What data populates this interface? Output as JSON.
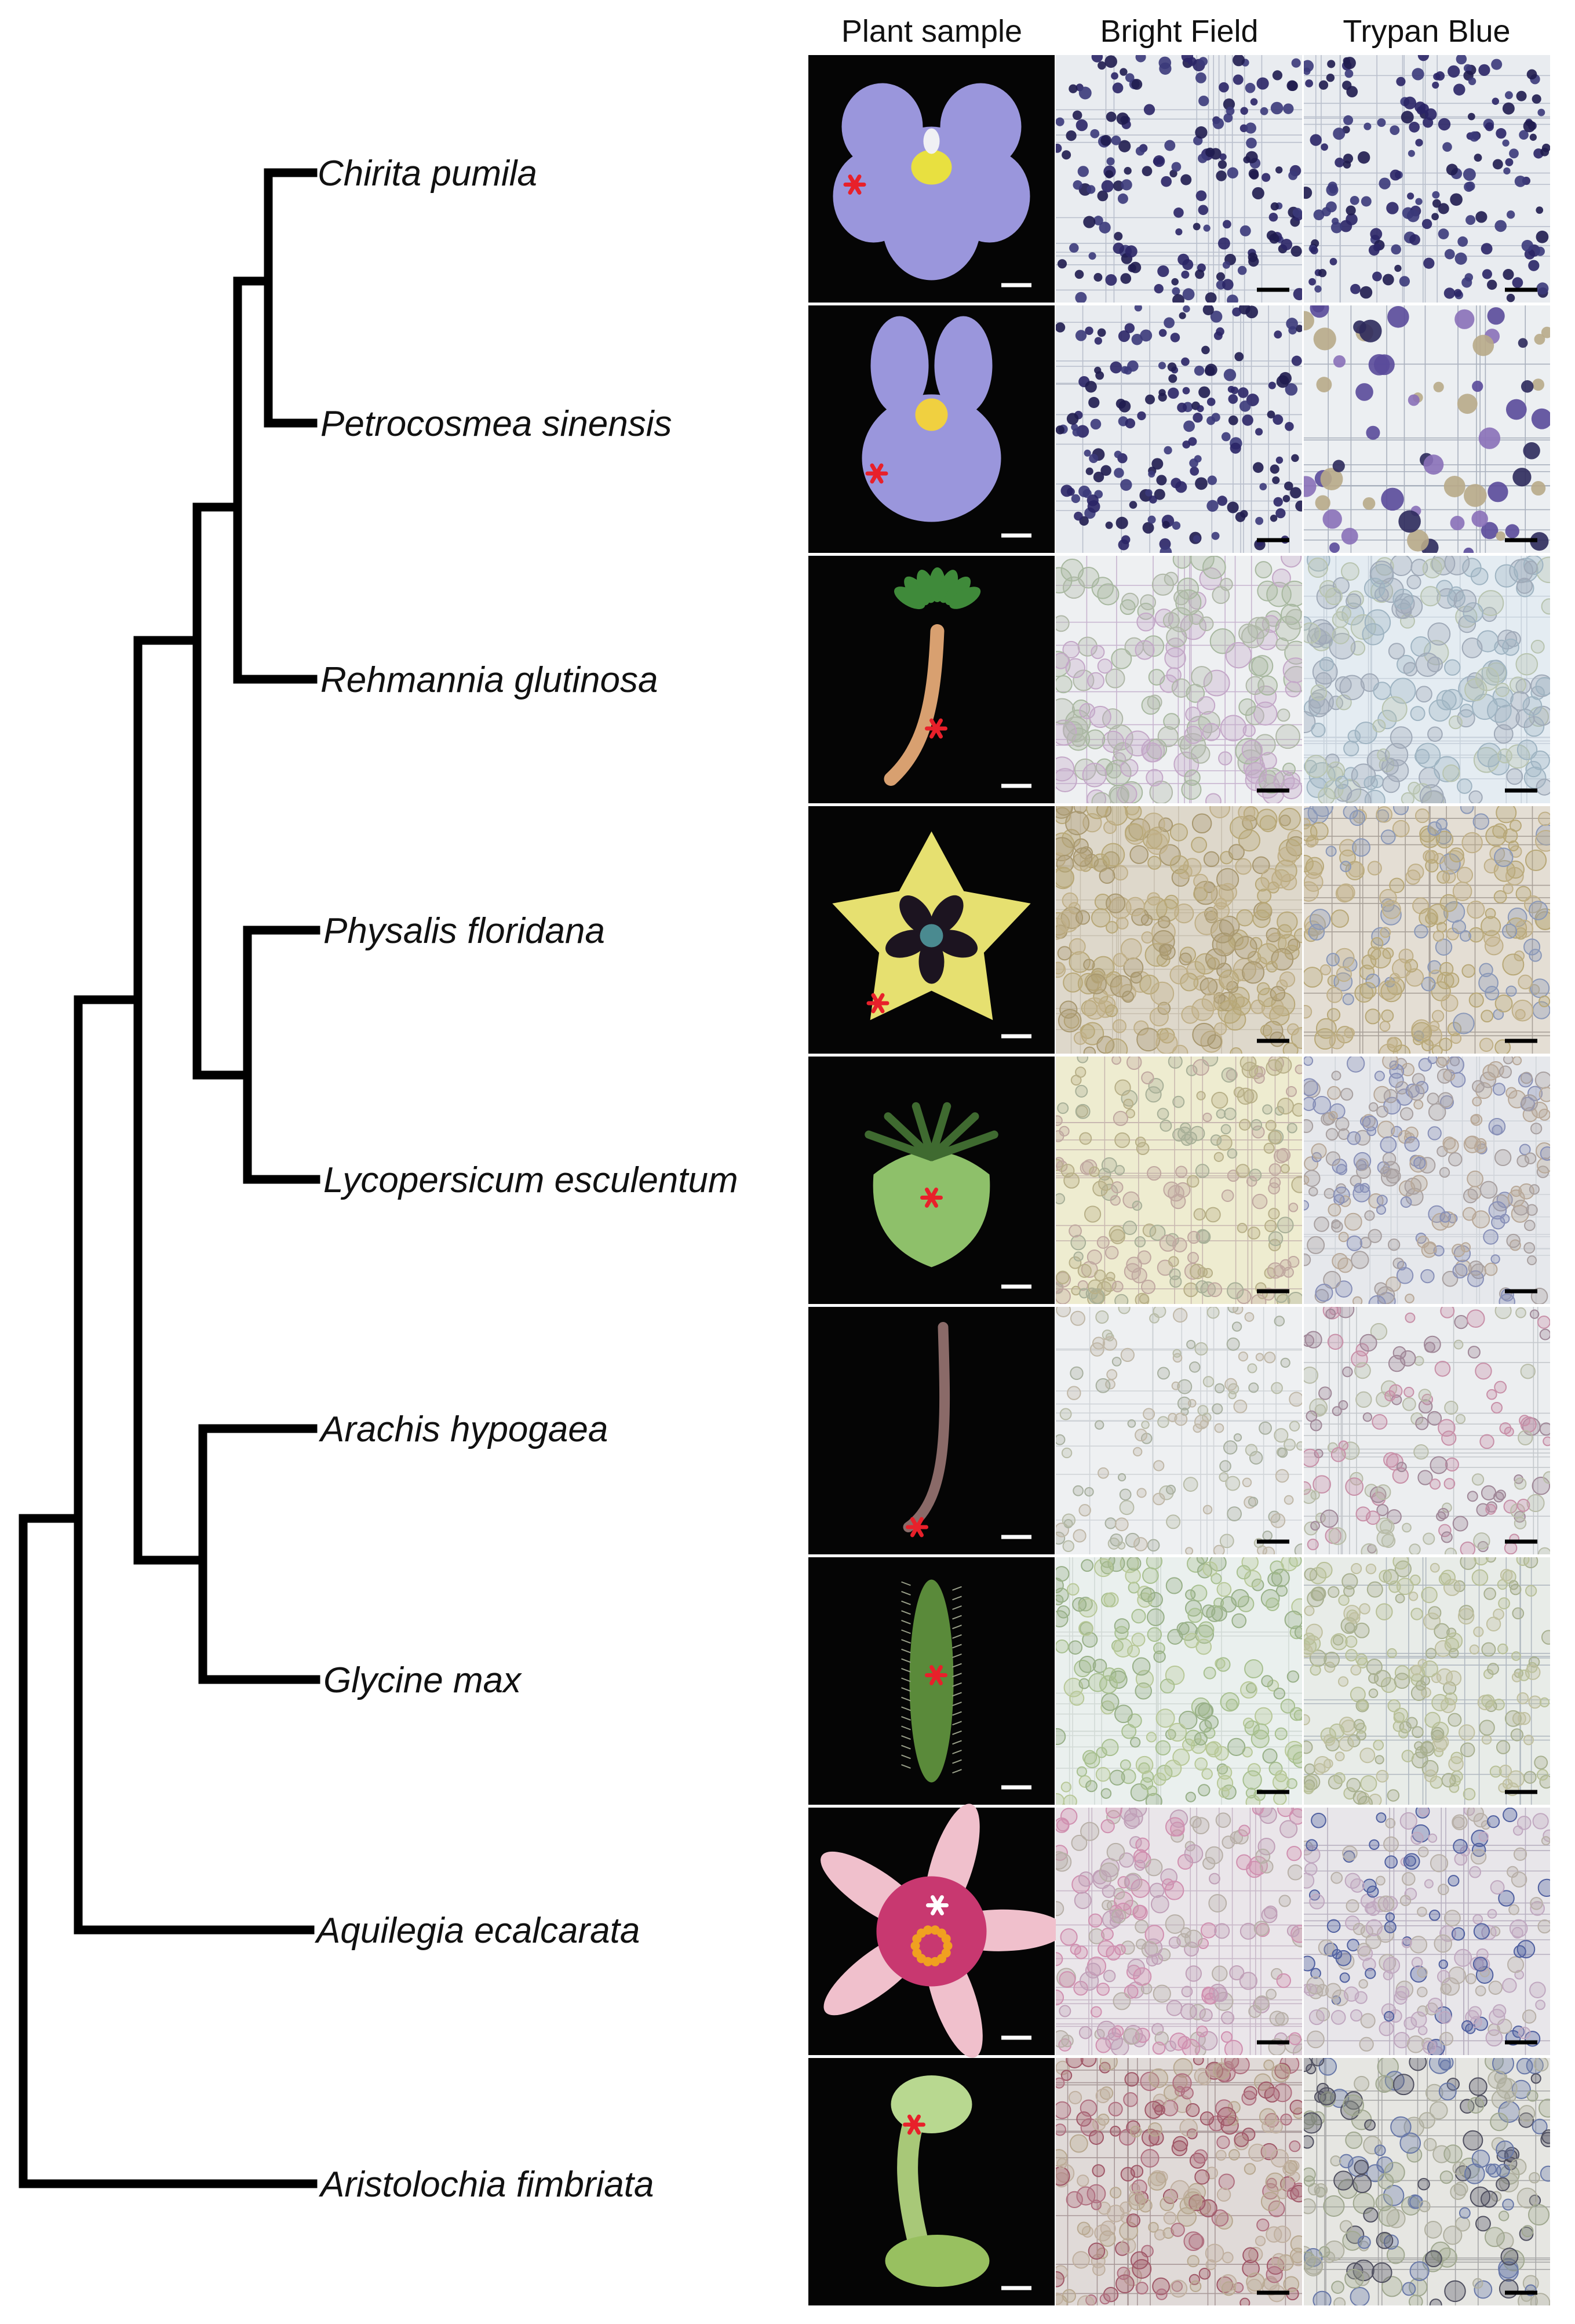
{
  "column_headers": [
    "Plant sample",
    "Bright Field",
    "Trypan Blue"
  ],
  "species": [
    {
      "name": "Chirita pumila",
      "sample": "flower",
      "bf": "dark-dots",
      "tb": "dark-dots"
    },
    {
      "name": "Petrocosmea sinensis",
      "sample": "flower2",
      "bf": "dark-dots",
      "tb": "mixed-blue"
    },
    {
      "name": "Rehmannia glutinosa",
      "sample": "root",
      "bf": "grid-pale",
      "tb": "pale-blue"
    },
    {
      "name": "Physalis floridana",
      "sample": "star",
      "bf": "beige",
      "tb": "beige-grid"
    },
    {
      "name": "Lycopersicum esculentum",
      "sample": "fruit",
      "bf": "yellow-grid",
      "tb": "grey-blue"
    },
    {
      "name": "Arachis hypogaea",
      "sample": "stem",
      "bf": "sparse",
      "tb": "sparse-pink"
    },
    {
      "name": "Glycine max",
      "sample": "pod",
      "bf": "green",
      "tb": "green-grid"
    },
    {
      "name": "Aquilegia ecalcarata",
      "sample": "pinkflower",
      "bf": "pink-grid",
      "tb": "pink-blue"
    },
    {
      "name": "Aristolochia fimbriata",
      "sample": "pipe",
      "bf": "dense-pink",
      "tb": "mixed-dark"
    }
  ],
  "colors": {
    "tree": "#000000",
    "asterisk_red": "#e8202a",
    "asterisk_white": "#ffffff"
  }
}
